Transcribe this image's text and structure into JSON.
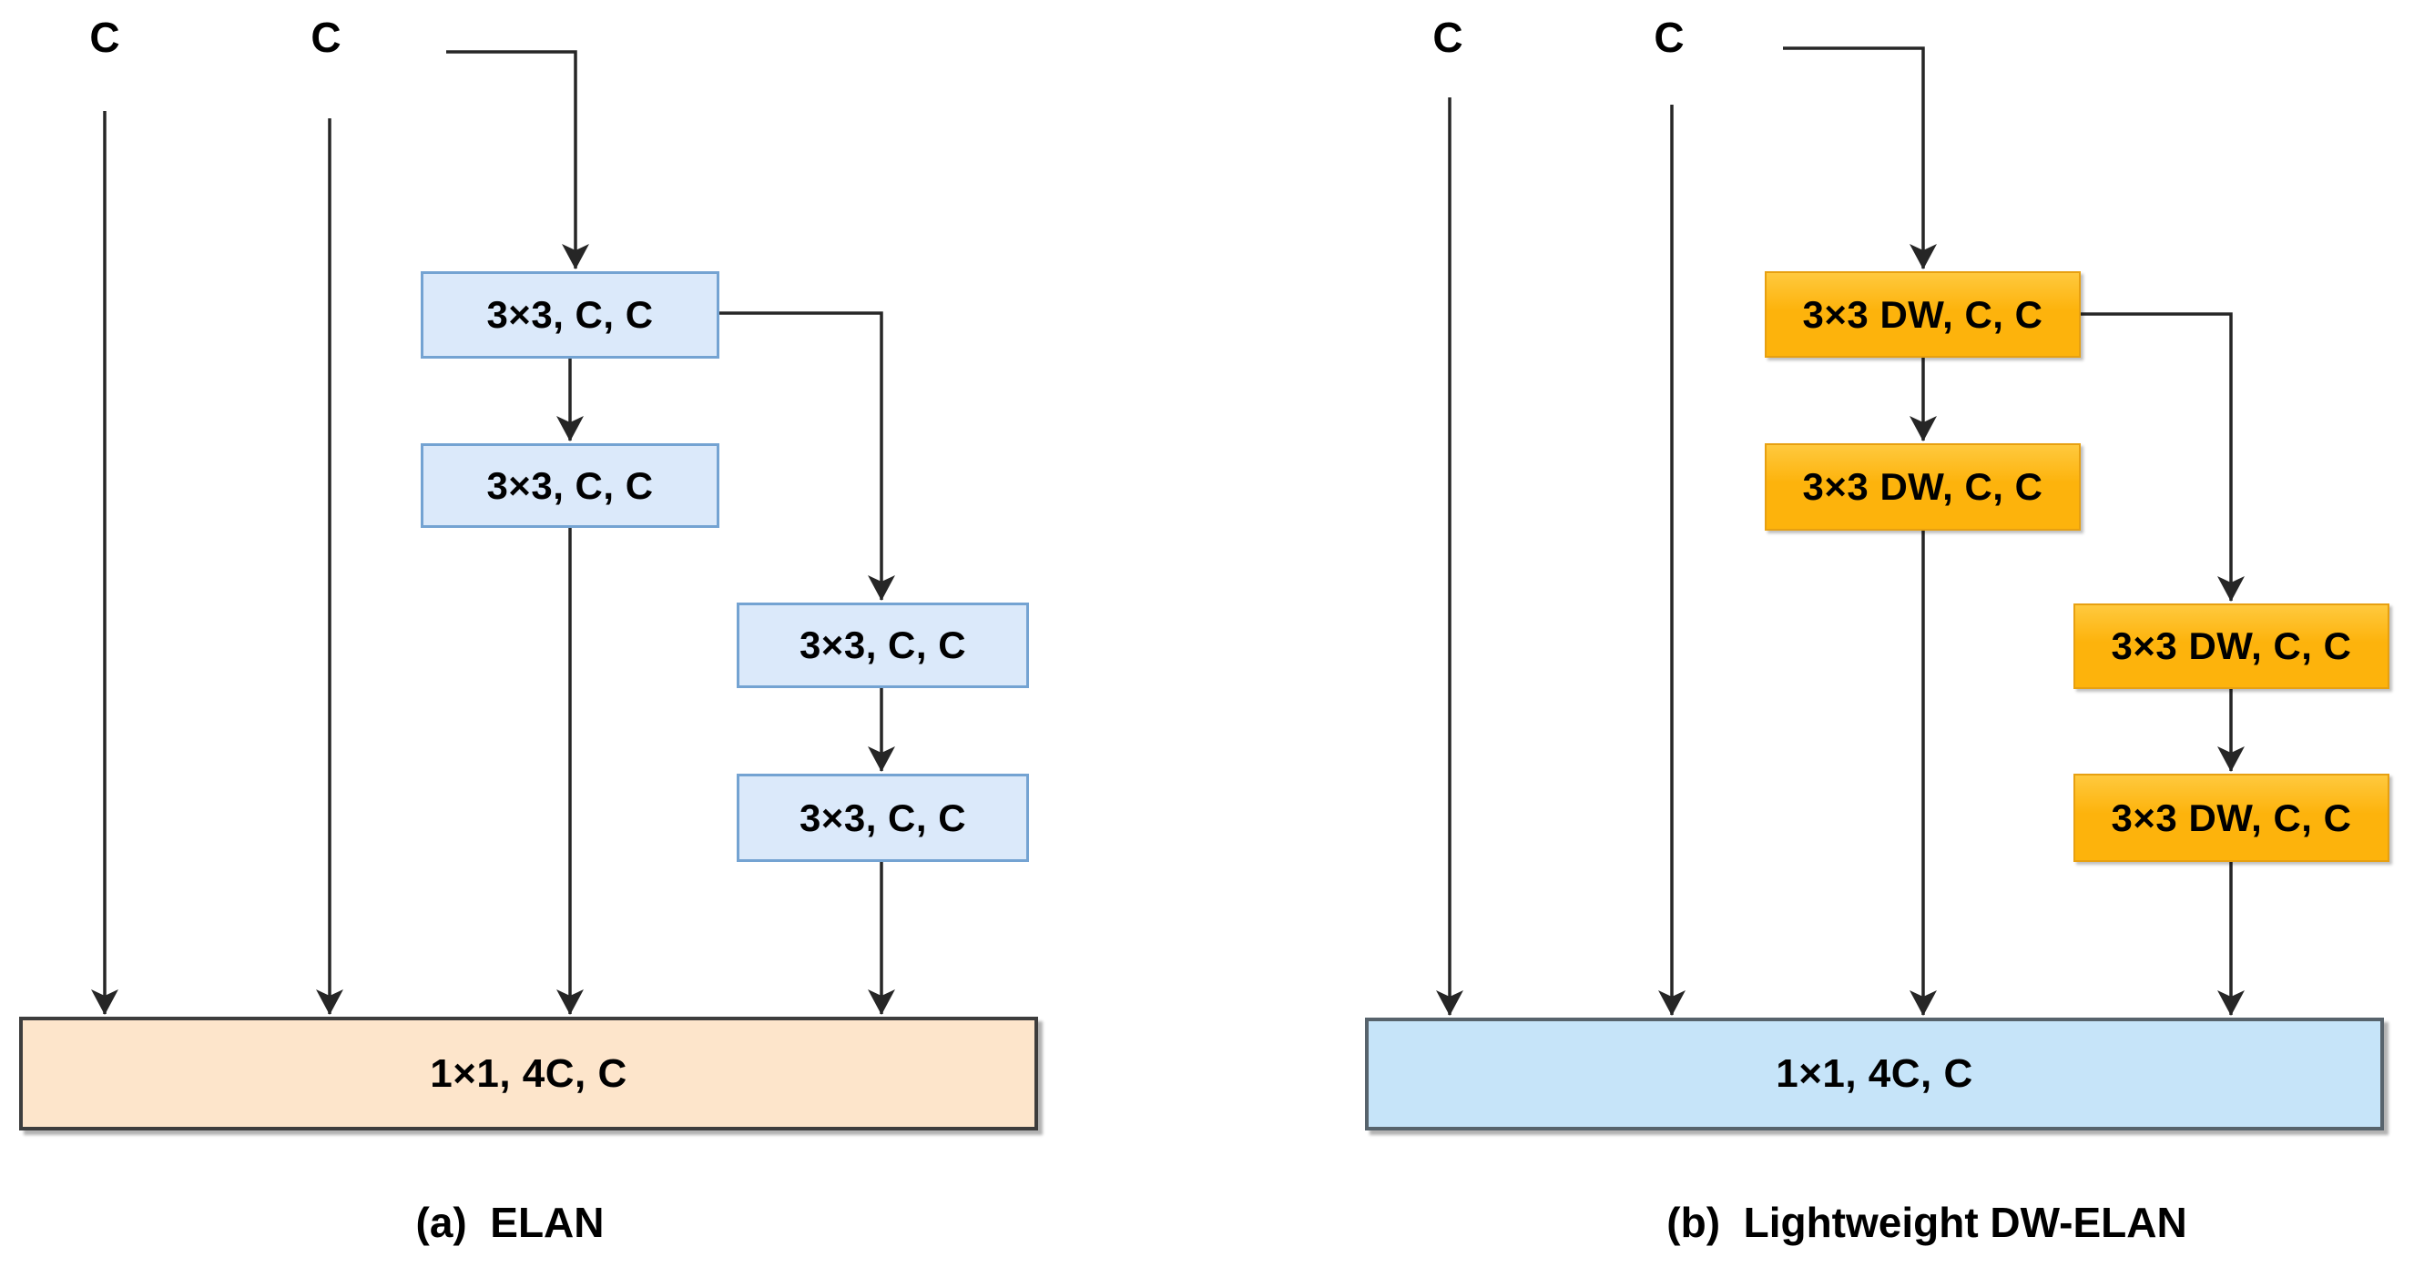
{
  "colors": {
    "line": "#262626",
    "text": "#000000",
    "conv_a_fill": "#dbe9fa",
    "conv_a_border": "#74a3d2",
    "out_a_fill": "#fde5cb",
    "out_a_border": "#3d3d3d",
    "conv_b_fill_top": "#ffc93e",
    "conv_b_fill": "#fdb30c",
    "conv_b_border": "#e7a011",
    "out_b_fill": "#c6e4f9",
    "out_b_border": "#57636c"
  },
  "diagram_a": {
    "caption": "(a)  ELAN",
    "input_labels": [
      "C",
      "C"
    ],
    "conv_box_labels": [
      "3×3, C, C",
      "3×3, C, C",
      "3×3, C, C",
      "3×3, C, C"
    ],
    "output_box_label": "1×1, 4C, C"
  },
  "diagram_b": {
    "caption": "(b)  Lightweight DW-ELAN",
    "input_labels": [
      "C",
      "C"
    ],
    "conv_box_labels": [
      "3×3 DW, C, C",
      "3×3 DW, C, C",
      "3×3 DW, C, C",
      "3×3 DW, C, C"
    ],
    "output_box_label": "1×1, 4C, C"
  }
}
